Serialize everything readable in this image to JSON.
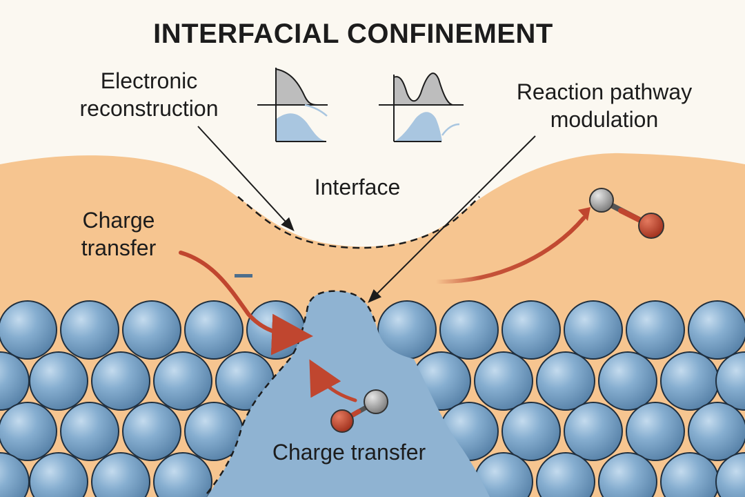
{
  "title": "INTERFACIAL CONFINEMENT",
  "labels": {
    "electronic_line1": "Electronic",
    "electronic_line2": "reconstruction",
    "reaction_line1": "Reaction pathway",
    "reaction_line2": "modulation",
    "interface": "Interface",
    "charge_left_line1": "Charge",
    "charge_left_line2": "transfer",
    "charge_bottom": "Charge transfer",
    "minus_sign": "−"
  },
  "colors": {
    "background": "#fbf8f1",
    "support_orange": "#f6c590",
    "atom_blue": "#7fa6c6",
    "arrow_red": "#c0462f",
    "molecule_gray": "#9a9a9a",
    "molecule_red": "#c0462f",
    "dos_gray": "#bdbdbd",
    "dos_blue": "#a9c6e0"
  }
}
